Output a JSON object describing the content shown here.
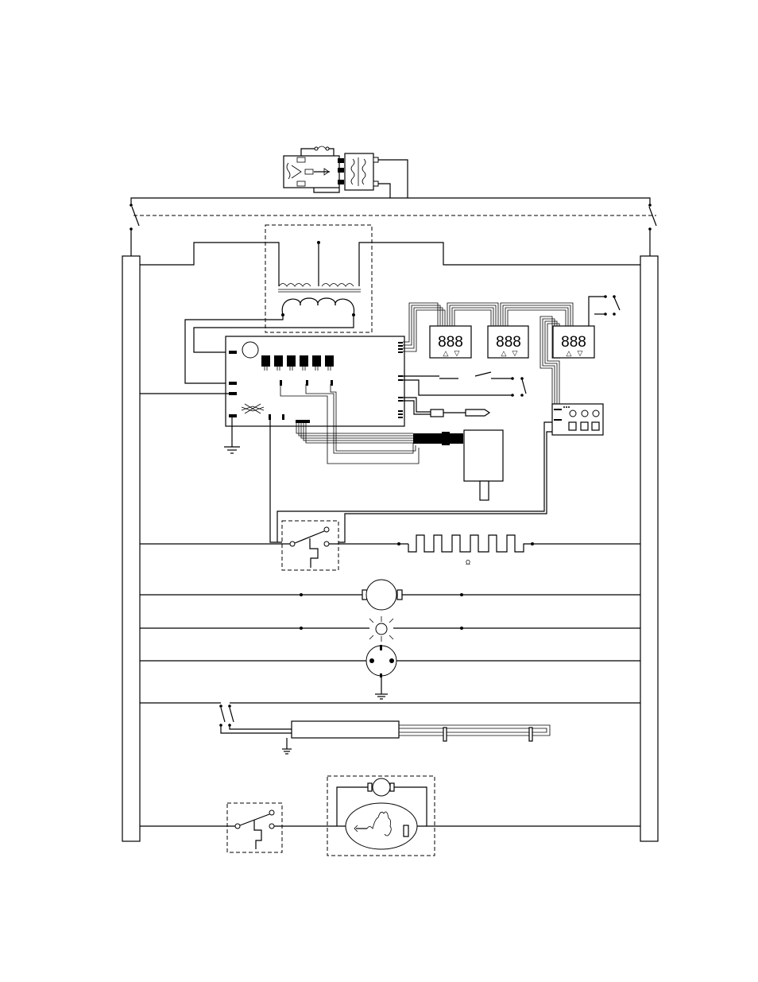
{
  "diagram": {
    "heater_element": {
      "symbol": "Ω"
    },
    "displays": [
      {
        "digits": "888",
        "buttons": [
          "△",
          "▽"
        ]
      },
      {
        "digits": "888",
        "buttons": [
          "△",
          "▽"
        ]
      },
      {
        "digits": "888",
        "buttons": [
          "△",
          "▽"
        ]
      }
    ],
    "colors": {
      "line": "#000000",
      "background": "#ffffff"
    },
    "icons": [
      "power-cord-plug-icon",
      "door-switch-icon",
      "transformer-icon",
      "control-board-icon",
      "relay-icon",
      "led-display-icon",
      "fan-motor-icon",
      "lamp-icon",
      "receptacle-icon",
      "thermostat-probe-icon",
      "heating-element-icon",
      "ground-icon",
      "motor-icon",
      "thermal-switch-icon"
    ]
  }
}
